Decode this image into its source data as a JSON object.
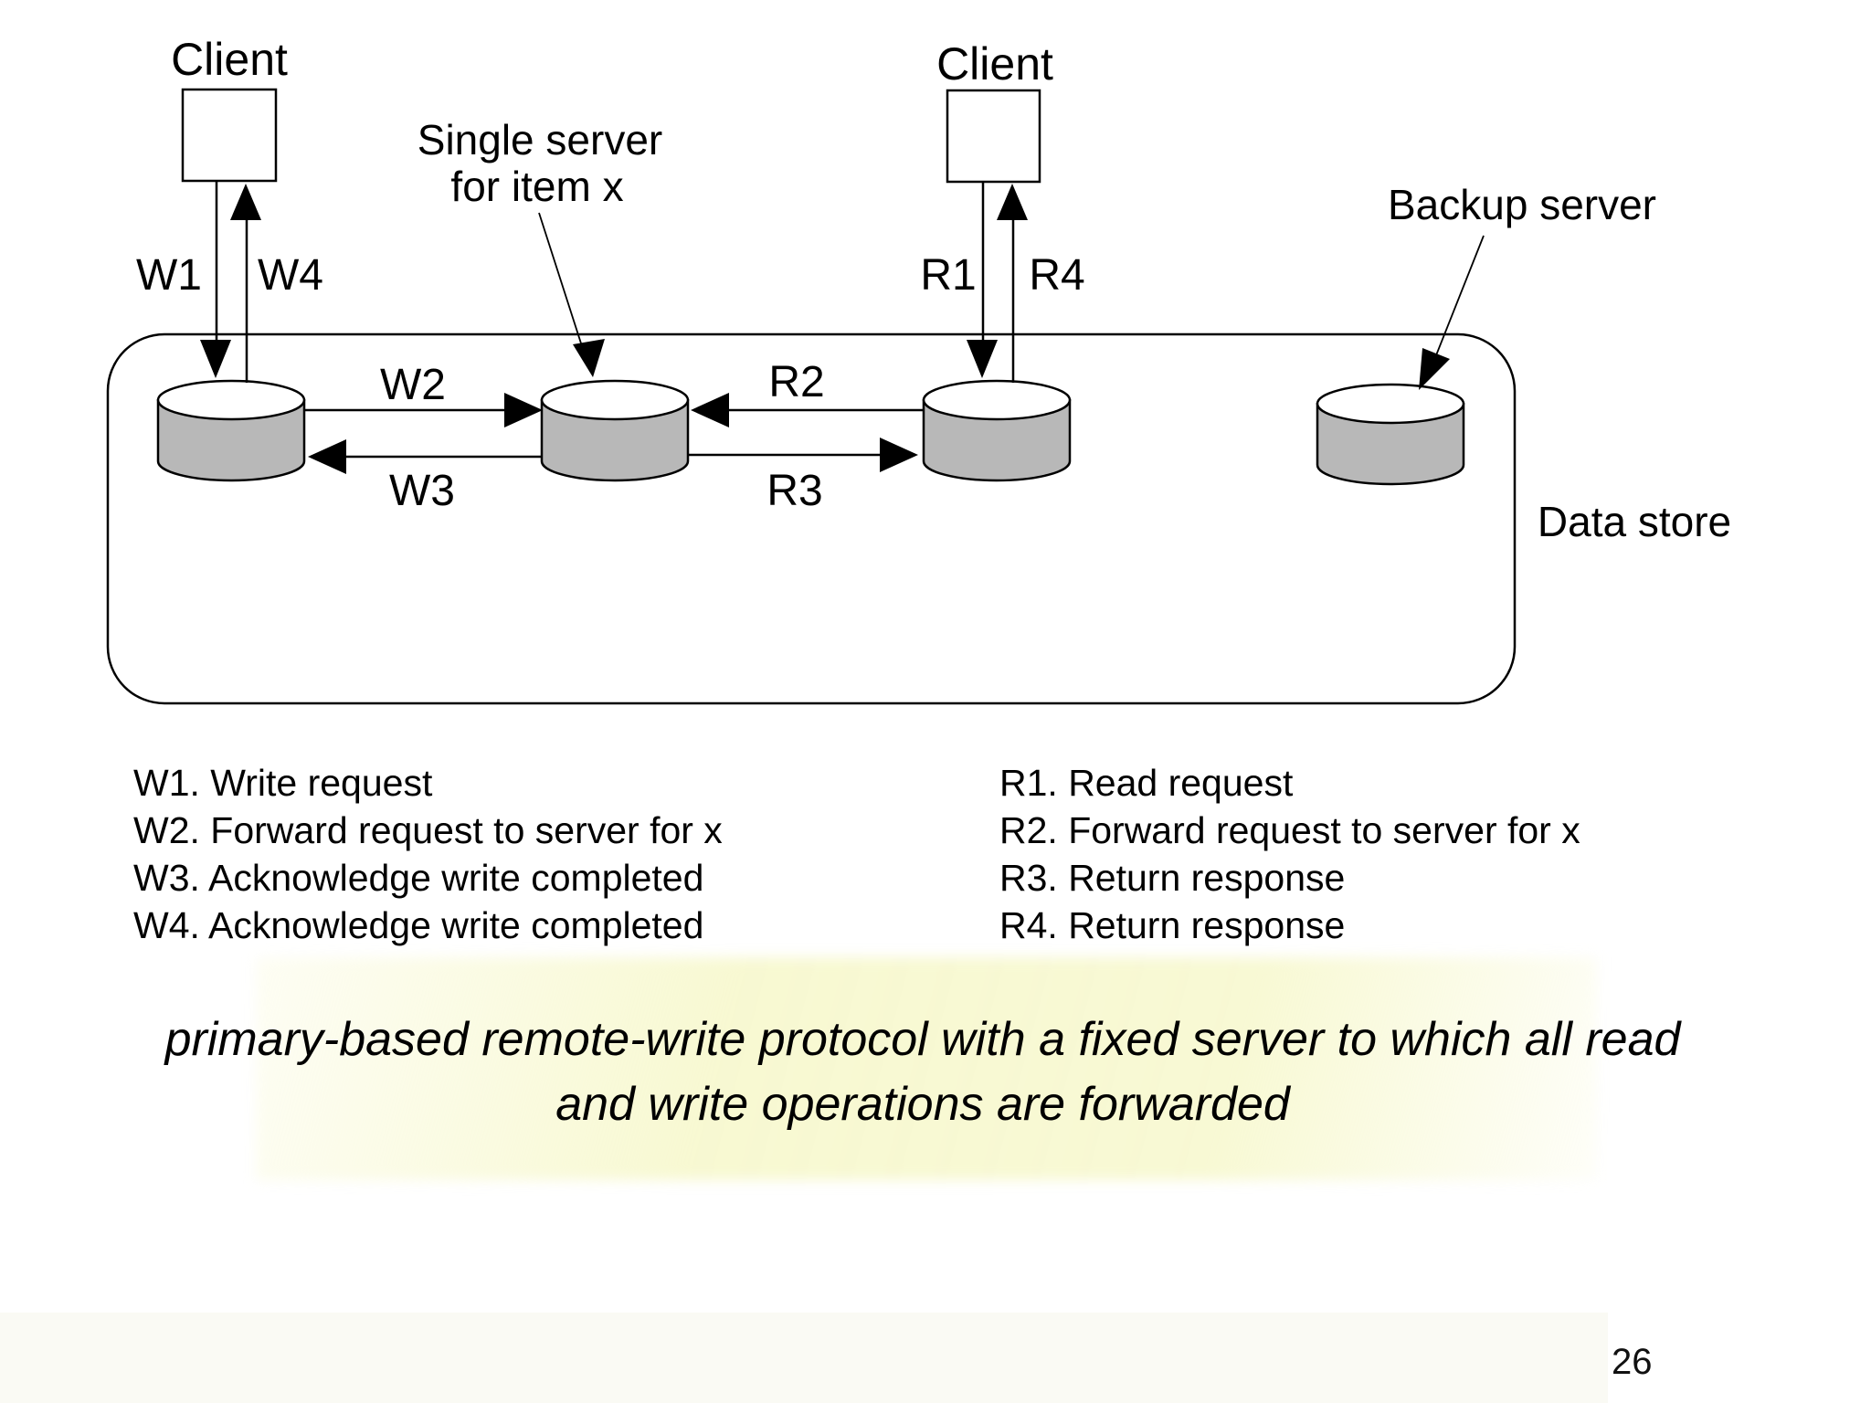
{
  "diagram": {
    "clients": [
      "Client",
      "Client"
    ],
    "single_server": {
      "line1": "Single server",
      "line2": "for item x"
    },
    "backup_server_label": "Backup server",
    "data_store_label": "Data store",
    "arrow_labels": {
      "w1": "W1",
      "w2": "W2",
      "w3": "W3",
      "w4": "W4",
      "r1": "R1",
      "r2": "R2",
      "r3": "R3",
      "r4": "R4"
    }
  },
  "legend": {
    "write_steps": [
      "W1. Write request",
      "W2. Forward request to server for x",
      "W3. Acknowledge write completed",
      "W4. Acknowledge write completed"
    ],
    "read_steps": [
      "R1. Read request",
      "R2. Forward request to server for x",
      "R3. Return response",
      "R4. Return response"
    ]
  },
  "caption": {
    "line1": "primary-based remote-write protocol with a fixed server to which all read",
    "line2": "and write operations are forwarded"
  },
  "page_number": "26",
  "colors": {
    "cylinder_fill": "#b8b8b8",
    "line": "#000000",
    "highlight": "#f7f8ce"
  }
}
